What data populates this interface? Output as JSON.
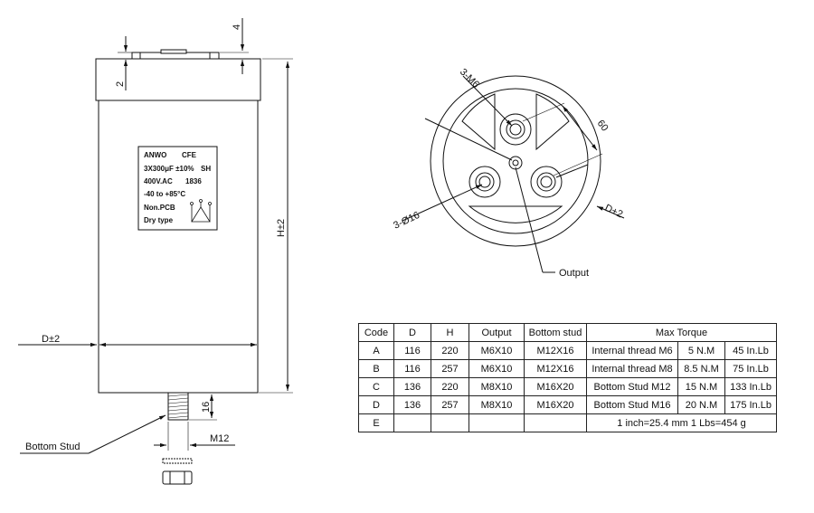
{
  "dims": {
    "top_gap": "4",
    "lid_height": "2",
    "height": "H±2",
    "diameter": "D±2",
    "stud_length": "16",
    "stud_thread": "M12",
    "bottom_stud": "Bottom Stud",
    "pitch_circle": "60",
    "terminals": "3-M6",
    "terminal_dia": "3-Ø16",
    "top_diameter": "D+2",
    "output": "Output"
  },
  "nameplate": {
    "line1a": "ANWO",
    "line1b": "CFE",
    "line2a": "3X300μF ±10%",
    "line2b": "SH",
    "line3a": "400V.AC",
    "line3b": "1836",
    "line4": "-40 to +85°C",
    "line5": "Non.PCB",
    "line6": "Dry type"
  },
  "table": {
    "header": [
      "Code",
      "D",
      "H",
      "Output",
      "Bottom stud",
      "Max Torque"
    ],
    "rows": [
      {
        "code": "A",
        "d": "116",
        "h": "220",
        "output": "M6X10",
        "stud": "M12X16",
        "t1": "Internal thread  M6",
        "t2": "5 N.M",
        "t3": "45 In.Lb"
      },
      {
        "code": "B",
        "d": "116",
        "h": "257",
        "output": "M6X10",
        "stud": "M12X16",
        "t1": "Internal thread  M8",
        "t2": "8.5 N.M",
        "t3": "75 In.Lb"
      },
      {
        "code": "C",
        "d": "136",
        "h": "220",
        "output": "M8X10",
        "stud": "M16X20",
        "t1": "Bottom Stud  M12",
        "t2": "15 N.M",
        "t3": "133 In.Lb"
      },
      {
        "code": "D",
        "d": "136",
        "h": "257",
        "output": "M8X10",
        "stud": "M16X20",
        "t1": "Bottom Stud  M16",
        "t2": "20 N.M",
        "t3": "175 In.Lb"
      }
    ],
    "footer": {
      "code": "E",
      "note": "1 inch=25.4 mm   1 Lbs=454 g"
    }
  }
}
